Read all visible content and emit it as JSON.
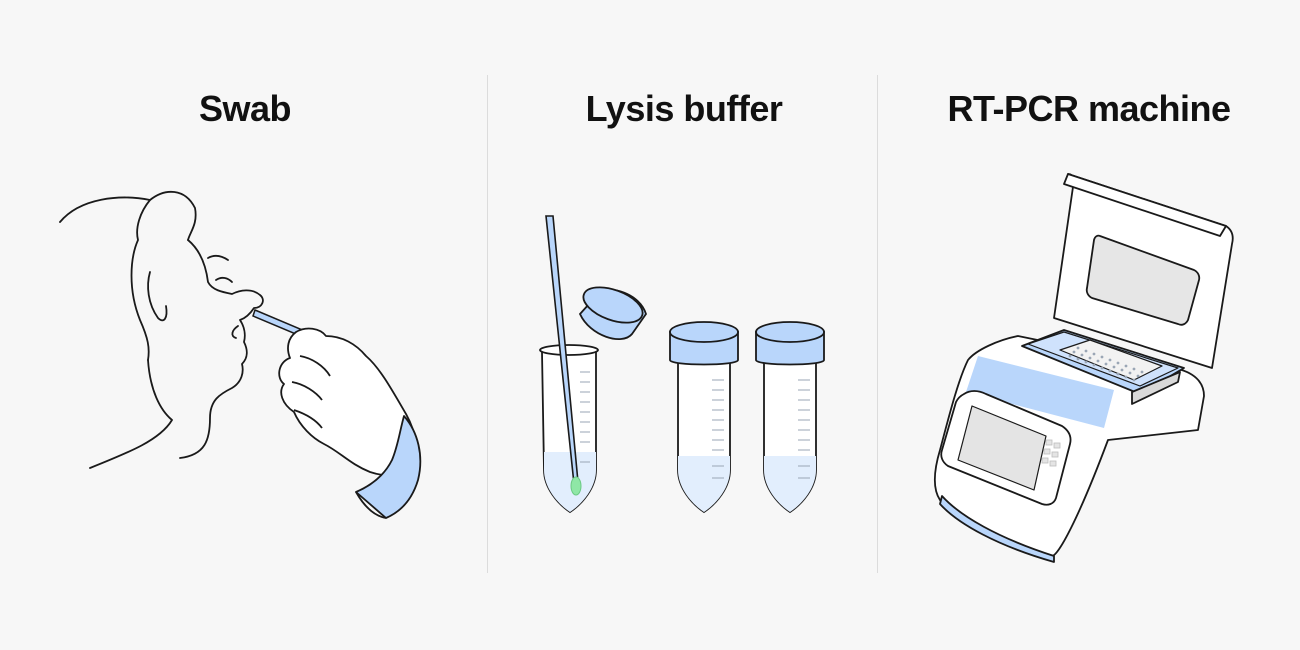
{
  "panels": [
    {
      "title": "Swab"
    },
    {
      "title": "Lysis buffer"
    },
    {
      "title": "RT-PCR machine"
    }
  ],
  "icons": [
    "person-swab-icon",
    "sample-tube-with-swab-icon",
    "reagent-tube-icon",
    "pcr-machine-icon"
  ],
  "colors": {
    "background": "#f7f7f7",
    "ink": "#1a1a1a",
    "accent_blue": "#b9d6fb",
    "liquid_blue": "#e2eefd",
    "sample_green": "#8fe7a6"
  }
}
